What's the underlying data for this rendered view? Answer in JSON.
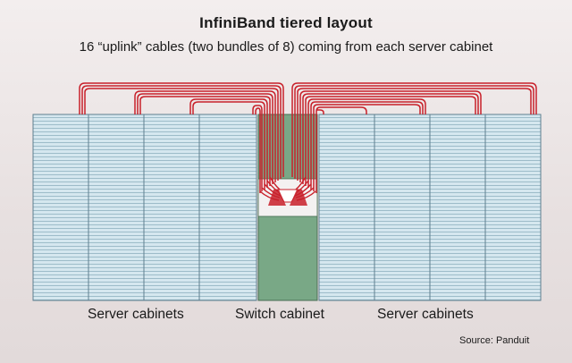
{
  "title": "InfiniBand tiered layout",
  "subtitle": "16 “uplink” cables (two bundles of 8) coming from each server cabinet",
  "labels": {
    "left_servers": "Server cabinets",
    "switch": "Switch cabinet",
    "right_servers": "Server cabinets"
  },
  "source": "Source: Panduit",
  "colors": {
    "cable": "#c8202a",
    "server_fill": "#d5e7ef",
    "server_lines": "#8fb1c0",
    "switch_fill": "#79a886"
  }
}
